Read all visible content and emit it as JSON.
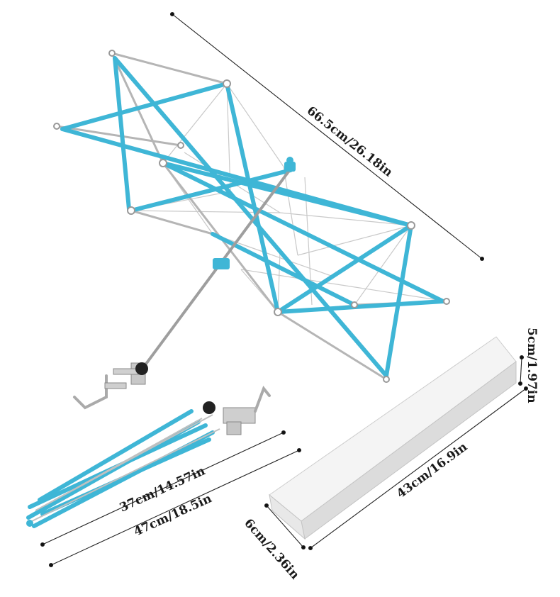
{
  "dimensions": {
    "open_diagonal": "66.5cm/26.18in",
    "folded_short": "37cm/14.57in",
    "folded_long": "47cm/18.5in",
    "box_length": "43cm/16.9in",
    "box_width": "6cm/2.36in",
    "box_height": "5cm/1.97in"
  },
  "colors": {
    "frame_blue": "#3fb6d6",
    "metal": "#b8b8b8",
    "dim_line": "#222222",
    "box_face": "#f4f4f4",
    "box_shade": "#dcdcdc"
  }
}
